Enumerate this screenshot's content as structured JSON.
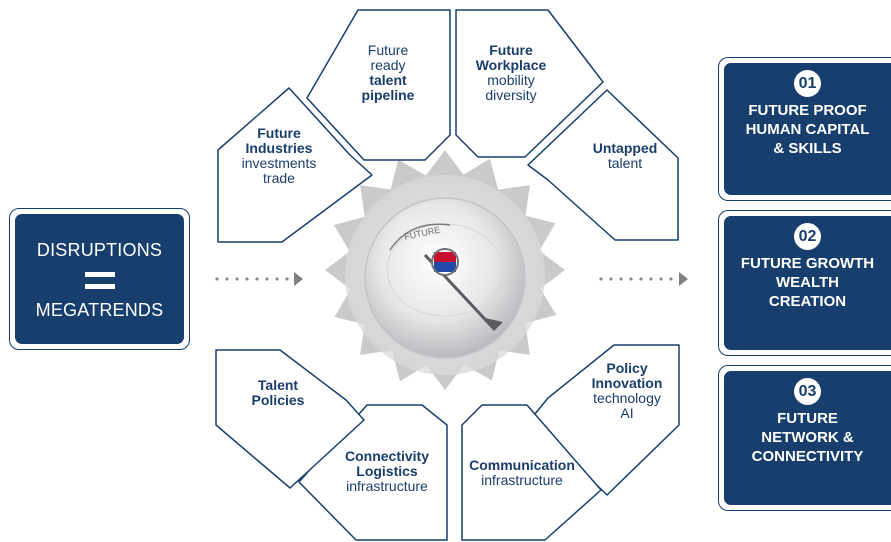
{
  "left_box": {
    "top": "DISRUPTIONS",
    "bottom": "MEGATRENDS"
  },
  "petals": [
    {
      "id": "talent-pipeline",
      "lines": [
        [
          "Future",
          false
        ],
        [
          "ready",
          false
        ],
        [
          "talent",
          true
        ],
        [
          "pipeline",
          true
        ]
      ]
    },
    {
      "id": "future-workplace",
      "lines": [
        [
          "Future",
          true
        ],
        [
          "Workplace",
          true
        ],
        [
          "mobility",
          false
        ],
        [
          "diversity",
          false
        ]
      ]
    },
    {
      "id": "untapped-talent",
      "lines": [
        [
          "Untapped",
          true
        ],
        [
          "talent",
          false
        ]
      ]
    },
    {
      "id": "policy-innovation",
      "lines": [
        [
          "Policy",
          true
        ],
        [
          "Innovation",
          true
        ],
        [
          "technology",
          false
        ],
        [
          "AI",
          false
        ]
      ]
    },
    {
      "id": "communication",
      "lines": [
        [
          "Communication",
          true
        ],
        [
          "infrastructure",
          false
        ]
      ]
    },
    {
      "id": "connectivity-logistics",
      "lines": [
        [
          "Connectivity",
          true
        ],
        [
          "Logistics",
          true
        ],
        [
          "infrastructure",
          false
        ]
      ]
    },
    {
      "id": "talent-policies",
      "lines": [
        [
          "Talent",
          true
        ],
        [
          "Policies",
          true
        ]
      ]
    },
    {
      "id": "future-industries",
      "lines": [
        [
          "Future",
          true
        ],
        [
          "Industries",
          true
        ],
        [
          "investments",
          false
        ],
        [
          "trade",
          false
        ]
      ]
    }
  ],
  "outcomes": [
    {
      "number": "01",
      "text": "FUTURE PROOF\nHUMAN CAPITAL\n& SKILLS"
    },
    {
      "number": "02",
      "text": "FUTURE GROWTH\nWEALTH\nCREATION"
    },
    {
      "number": "03",
      "text": "FUTURE\nNETWORK &\nCONNECTIVITY"
    }
  ],
  "colors": {
    "navy": "#173e6d",
    "text_navy": "#1a3d6b",
    "arrow_grey": "#c7c8ca",
    "dots": "#8a8c8f"
  }
}
